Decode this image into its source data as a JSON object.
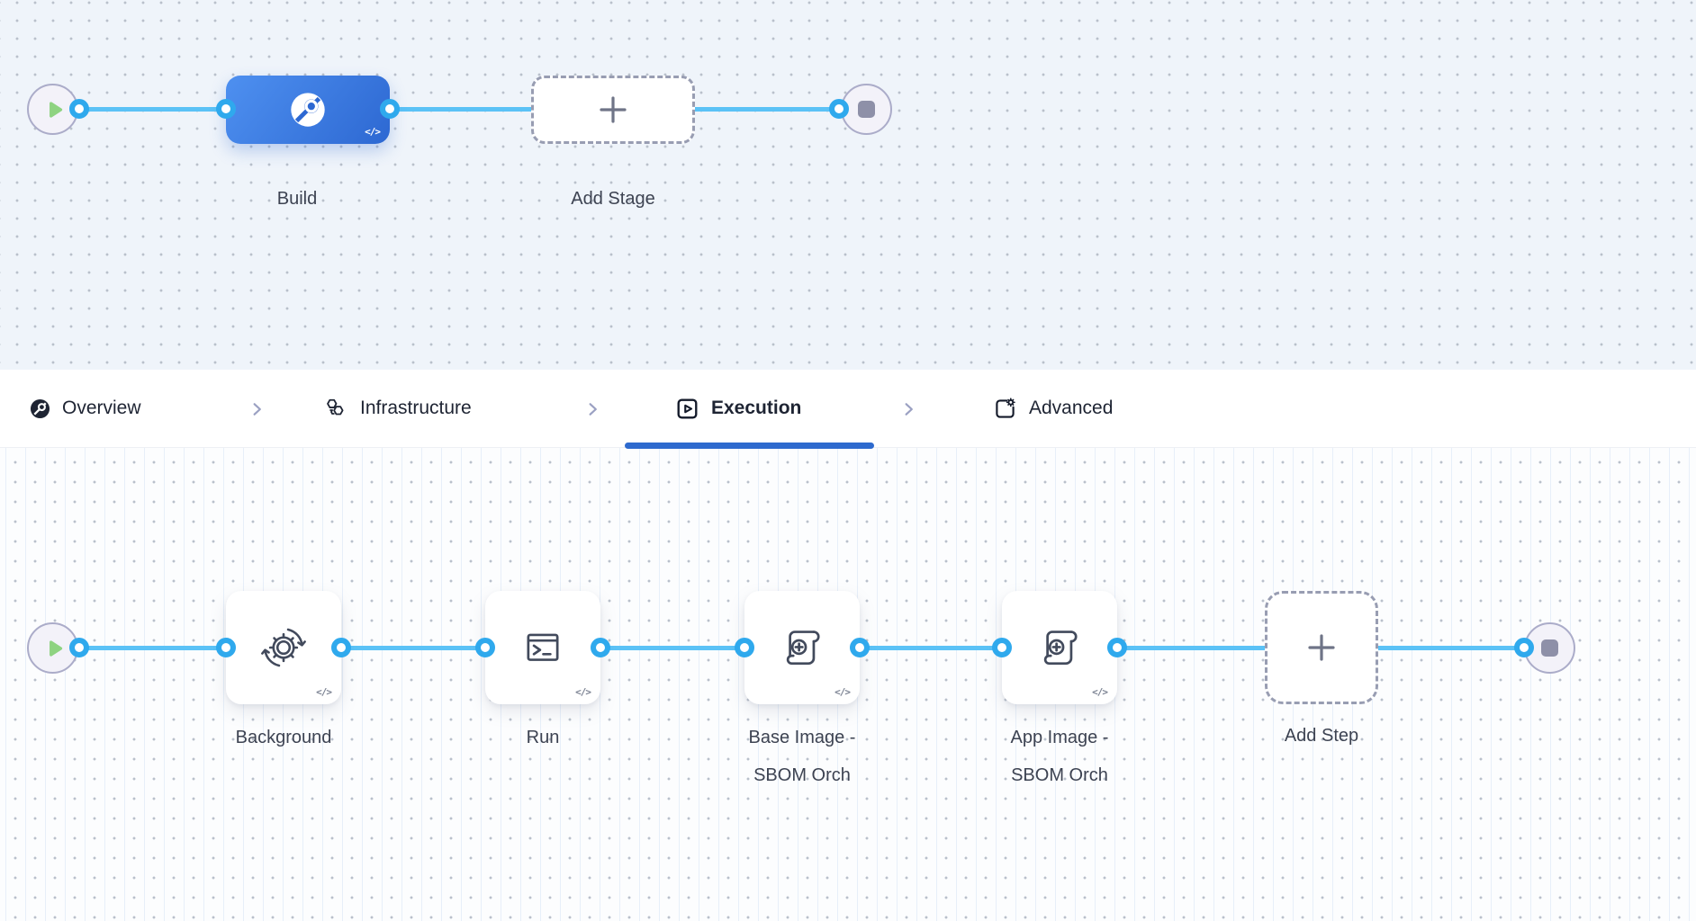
{
  "pipeline": {
    "stage_flow": {
      "start_icon": "play-icon",
      "end_icon": "stop-icon",
      "stages": [
        {
          "name": "Build",
          "icon": "ci-build-icon",
          "code_badge": "</>"
        },
        {
          "name": "Add Stage",
          "icon": "plus-icon"
        }
      ]
    },
    "tab_bar": {
      "separator_icon": "chevron-right-icon",
      "tabs": [
        {
          "label": "Overview",
          "icon": "pipeline-overview-icon",
          "active": false
        },
        {
          "label": "Infrastructure",
          "icon": "hexagon-cluster-icon",
          "active": false
        },
        {
          "label": "Execution",
          "icon": "play-square-icon",
          "active": true
        },
        {
          "label": "Advanced",
          "icon": "gear-square-icon",
          "active": false
        }
      ]
    },
    "step_flow": {
      "start_icon": "play-icon",
      "end_icon": "stop-icon",
      "steps": [
        {
          "line1": "Background",
          "icon": "gear-sync-icon",
          "code_badge": "</>"
        },
        {
          "line1": "Run",
          "icon": "terminal-icon",
          "code_badge": "</>"
        },
        {
          "line1": "Base Image -",
          "line2": "SBOM Orch",
          "icon": "scroll-plus-icon",
          "code_badge": "</>"
        },
        {
          "line1": "App Image -",
          "line2": "SBOM Orch",
          "icon": "scroll-plus-icon",
          "code_badge": "</>"
        },
        {
          "line1": "Add Step",
          "icon": "plus-icon"
        }
      ]
    }
  },
  "colors": {
    "canvas_top_bg": "#eff4fa",
    "canvas_bottom_bg": "#fcfdfe",
    "dot": "#b9c0cb",
    "grid_line": "#e7eff9",
    "connector": "#5bc2f6",
    "port_ring": "#2fa9ed",
    "stage_blue_start": "#4e90f0",
    "stage_blue_end": "#2d68d2",
    "underline": "#2e6ace",
    "label_text": "#3d4352",
    "tab_text": "#1e2433",
    "play_green": "#8ed381",
    "circle_fill": "#f3f2f9",
    "circle_border": "#abacc9",
    "dash_border": "#989db2",
    "stop_fill": "#8e90a8",
    "code_badge": "#7b8292",
    "icon_stroke": "#424a5c"
  }
}
